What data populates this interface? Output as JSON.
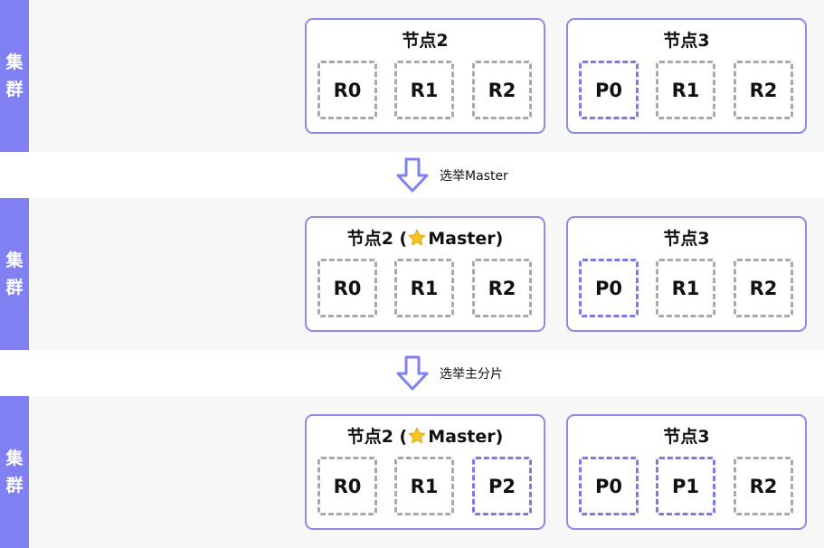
{
  "cluster_label": "集群",
  "colors": {
    "accent": "#8080f2",
    "node_border": "#8b8be8",
    "replica_border": "#a9a9a9",
    "primary_border": "#7b7be8",
    "star": "#f7c327"
  },
  "icons": {
    "arrow": "down-arrow-icon",
    "star": "star-icon"
  },
  "stages": [
    {
      "nodes": [
        {
          "title": "节点2",
          "master": false,
          "shards": [
            {
              "label": "R0",
              "kind": "replica"
            },
            {
              "label": "R1",
              "kind": "replica"
            },
            {
              "label": "R2",
              "kind": "replica"
            }
          ]
        },
        {
          "title": "节点3",
          "master": false,
          "shards": [
            {
              "label": "P0",
              "kind": "primary"
            },
            {
              "label": "R1",
              "kind": "replica"
            },
            {
              "label": "R2",
              "kind": "replica"
            }
          ]
        }
      ]
    },
    {
      "nodes": [
        {
          "title": "节点2 (",
          "master": true,
          "master_text": "Master)",
          "shards": [
            {
              "label": "R0",
              "kind": "replica"
            },
            {
              "label": "R1",
              "kind": "replica"
            },
            {
              "label": "R2",
              "kind": "replica"
            }
          ]
        },
        {
          "title": "节点3",
          "master": false,
          "shards": [
            {
              "label": "P0",
              "kind": "primary"
            },
            {
              "label": "R1",
              "kind": "replica"
            },
            {
              "label": "R2",
              "kind": "replica"
            }
          ]
        }
      ]
    },
    {
      "nodes": [
        {
          "title": "节点2 (",
          "master": true,
          "master_text": "Master)",
          "shards": [
            {
              "label": "R0",
              "kind": "replica"
            },
            {
              "label": "R1",
              "kind": "replica"
            },
            {
              "label": "P2",
              "kind": "primary"
            }
          ]
        },
        {
          "title": "节点3",
          "master": false,
          "shards": [
            {
              "label": "P0",
              "kind": "primary"
            },
            {
              "label": "P1",
              "kind": "primary"
            },
            {
              "label": "R2",
              "kind": "replica"
            }
          ]
        }
      ]
    }
  ],
  "steps": [
    {
      "label": "选举Master"
    },
    {
      "label": "选举主分片"
    }
  ]
}
